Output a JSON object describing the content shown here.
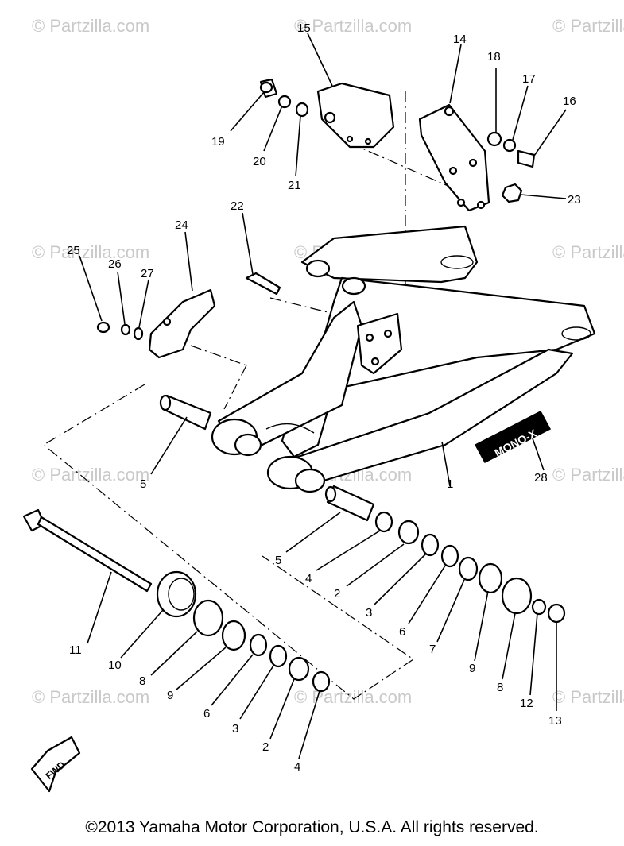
{
  "watermark": "© Partzilla.com",
  "copyright": "©2013 Yamaha Motor Corporation, U.S.A. All rights reserved.",
  "badge_text": "MONO-X",
  "fwd_label": "FWD",
  "callouts": [
    "1",
    "2",
    "2",
    "3",
    "3",
    "4",
    "4",
    "5",
    "5",
    "6",
    "6",
    "7",
    "8",
    "8",
    "9",
    "9",
    "10",
    "11",
    "12",
    "13",
    "14",
    "15",
    "16",
    "17",
    "18",
    "19",
    "20",
    "21",
    "22",
    "23",
    "24",
    "25",
    "26",
    "27",
    "28"
  ]
}
